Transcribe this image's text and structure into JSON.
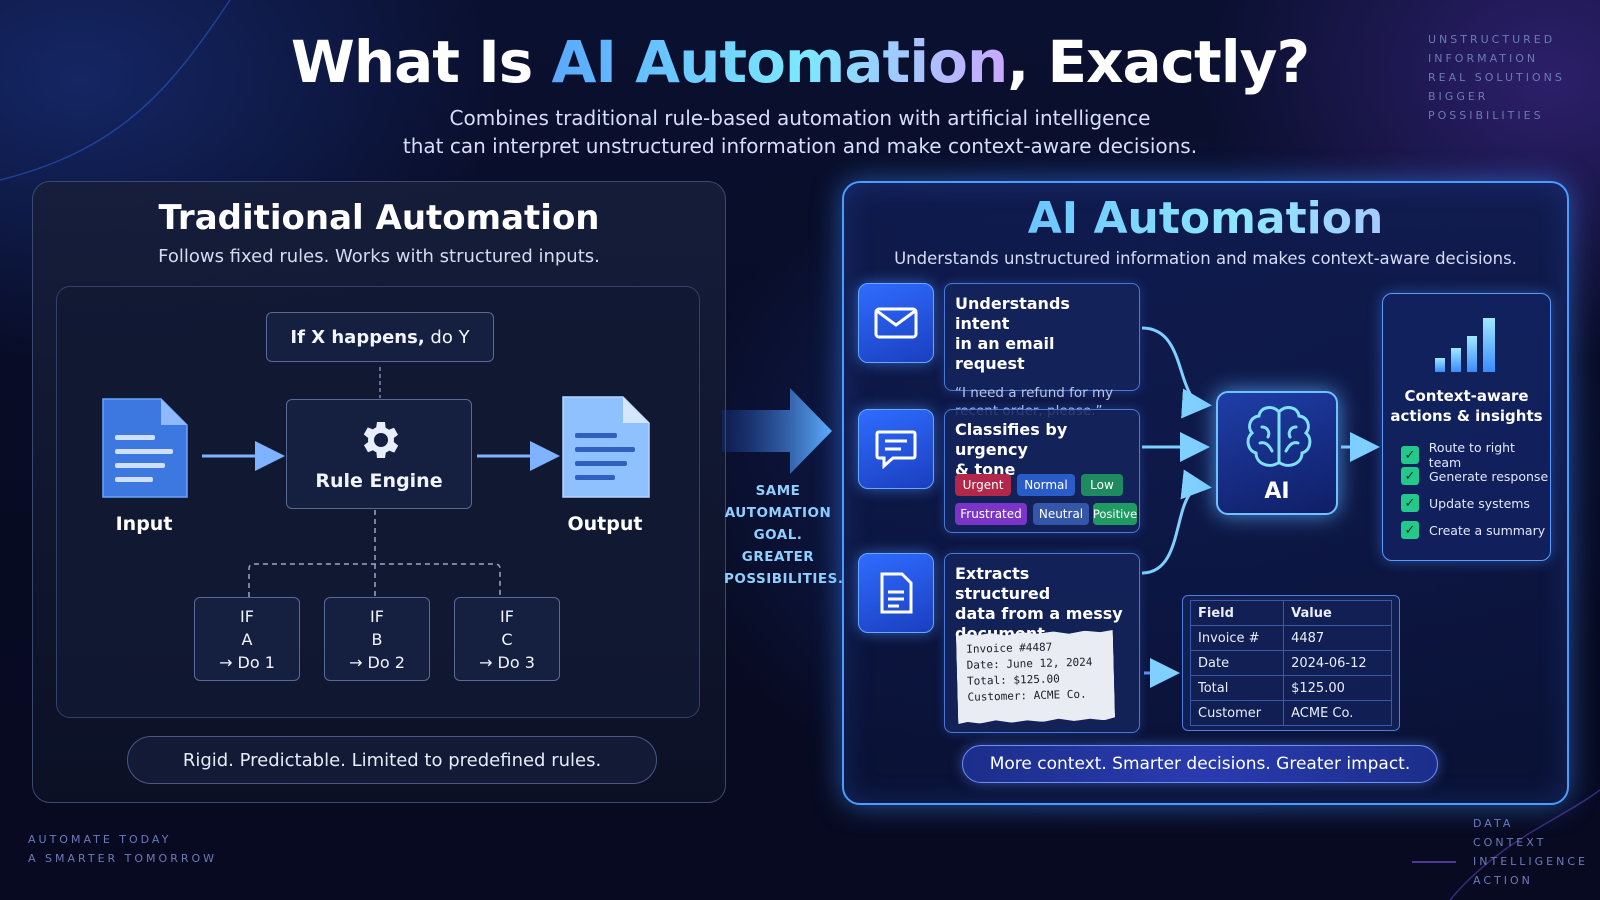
{
  "header": {
    "title_prefix": "What Is ",
    "title_highlight": "AI Automation",
    "title_suffix": ", Exactly?",
    "subtitle_line1": "Combines traditional rule-based automation with artificial intelligence",
    "subtitle_line2": "that can interpret unstructured information and make context-aware decisions."
  },
  "corners": {
    "top_right": [
      "UNSTRUCTURED",
      "INFORMATION",
      "REAL SOLUTIONS",
      "BIGGER POSSIBILITIES"
    ],
    "bottom_left": [
      "AUTOMATE TODAY",
      "A SMARTER TOMORROW"
    ],
    "bottom_right": [
      "DATA",
      "CONTEXT",
      "INTELLIGENCE",
      "ACTION"
    ]
  },
  "traditional": {
    "title": "Traditional Automation",
    "subtitle": "Follows fixed rules. Works with structured inputs.",
    "rule_prefix": "If X happens, ",
    "rule_suffix": "do Y",
    "engine_label": "Rule Engine",
    "input_label": "Input",
    "output_label": "Output",
    "branches": [
      {
        "line1": "IF",
        "line2": "A",
        "line3": "→ Do 1"
      },
      {
        "line1": "IF",
        "line2": "B",
        "line3": "→ Do 2"
      },
      {
        "line1": "IF",
        "line2": "C",
        "line3": "→ Do 3"
      }
    ],
    "footer": "Rigid. Predictable. Limited to predefined rules."
  },
  "middle": {
    "caption_lines": [
      "SAME",
      "AUTOMATION",
      "GOAL.",
      "GREATER",
      "POSSIBILITIES."
    ]
  },
  "ai": {
    "title": "AI Automation",
    "subtitle": "Understands unstructured information and makes context-aware decisions.",
    "email_card": {
      "title_line1": "Understands intent",
      "title_line2": "in an email request",
      "quote_line1": "“I need a refund for my",
      "quote_line2": "recent order, please.”"
    },
    "classify_card": {
      "title_line1": "Classifies by urgency",
      "title_line2": "& tone",
      "tags": [
        {
          "label": "Urgent",
          "color": "#b3284a"
        },
        {
          "label": "Normal",
          "color": "#2a5cc8"
        },
        {
          "label": "Low",
          "color": "#1f8a60"
        },
        {
          "label": "Frustrated",
          "color": "#7a34c8"
        },
        {
          "label": "Neutral",
          "color": "#3456a8"
        },
        {
          "label": "Positive",
          "color": "#1f9a62"
        }
      ]
    },
    "extract_card": {
      "title_line1": "Extracts structured",
      "title_line2": "data from a messy",
      "title_line3": "document",
      "receipt_lines": [
        "Invoice #4487",
        "Date: June 12, 2024",
        "Total: $125.00",
        "Customer: ACME Co."
      ]
    },
    "ai_label": "AI",
    "actions": {
      "title_line1": "Context-aware",
      "title_line2": "actions & insights",
      "items": [
        "Route to right team",
        "Generate response",
        "Update systems",
        "Create a summary"
      ]
    },
    "table": {
      "headers": [
        "Field",
        "Value"
      ],
      "rows": [
        [
          "Invoice #",
          "4487"
        ],
        [
          "Date",
          "2024-06-12"
        ],
        [
          "Total",
          "$125.00"
        ],
        [
          "Customer",
          "ACME Co."
        ]
      ]
    },
    "footer": "More context. Smarter decisions. Greater impact."
  },
  "colors": {
    "accent_blue": "#4a9dff",
    "check_green": "#22c98a",
    "background": "#070b22"
  },
  "icons": [
    "document-icon",
    "gear-icon",
    "arrow-right-icon",
    "email-icon",
    "chat-icon",
    "brain-icon",
    "bar-chart-icon",
    "check-icon"
  ]
}
